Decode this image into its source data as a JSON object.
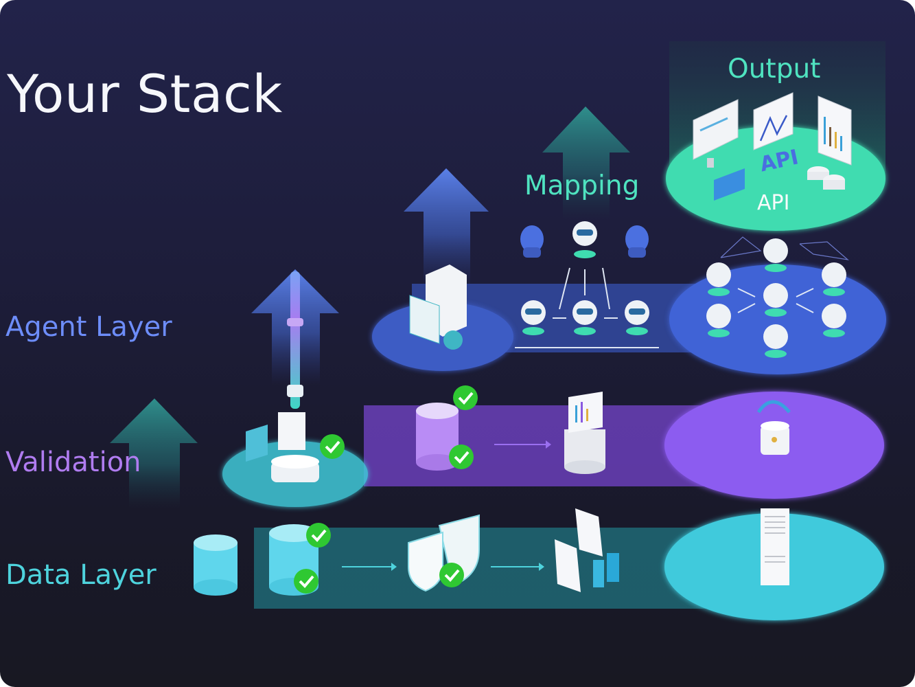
{
  "title": "Your Stack",
  "layers": {
    "agent": {
      "label": "Agent Layer",
      "color": "#6d8dfa"
    },
    "validation": {
      "label": "Validation",
      "color": "#b07cf0"
    },
    "data": {
      "label": "Data Layer",
      "color": "#4ed3dd"
    }
  },
  "stages": {
    "mapping": {
      "label": "Mapping",
      "color": "#4fe3c0"
    },
    "output": {
      "label": "Output",
      "color": "#4fe3c0",
      "platform_label": "API",
      "floating_label": "API"
    }
  },
  "colors": {
    "background_top": "#22234a",
    "background_bottom": "#181822",
    "agent_band": "#3f5bc2",
    "validation_band": "#7a4fd0",
    "data_band": "#2aa8b8",
    "output_platform": "#3fdcb0",
    "check_badge": "#2fc832"
  }
}
